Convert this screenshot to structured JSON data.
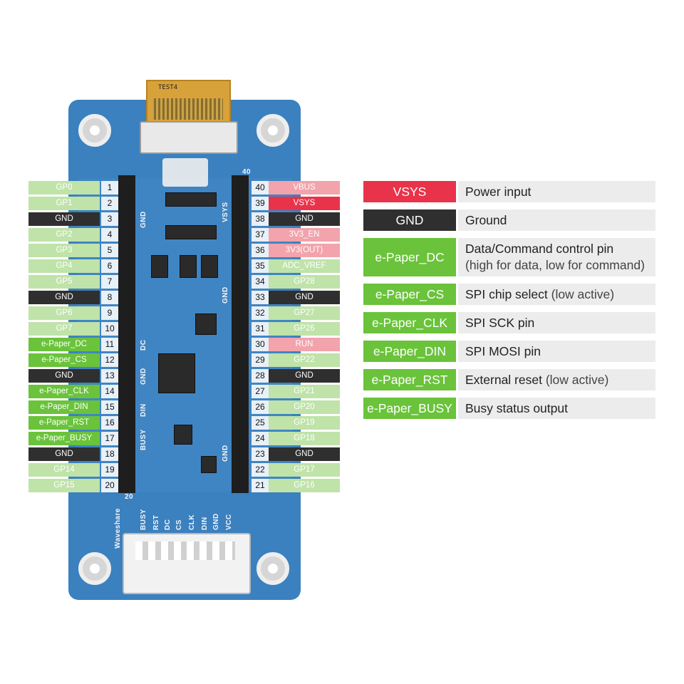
{
  "colors": {
    "gp": "#bfe3a9",
    "gnd": "#2f2f2f",
    "epaper": "#6ac33a",
    "power_light": "#f2a3ac",
    "vsys": "#e8334a",
    "adc": "#bfe3a9",
    "board": "#3b80bf",
    "legend_desc_bg": "#ececec"
  },
  "board": {
    "fpc_label": "TEST4",
    "left_silk": [
      "GND",
      "DC",
      "GND",
      "DIN",
      "BUSY"
    ],
    "right_silk": [
      "VSYS",
      "GND",
      "GND"
    ],
    "bottom_silk": [
      "BUSY",
      "RST",
      "DC",
      "CS",
      "CLK",
      "DIN",
      "GND",
      "VCC"
    ],
    "brand": "Waveshare",
    "pin_marker_top": "40",
    "pin_marker_left": "20"
  },
  "left_pins": [
    {
      "label": "GP0",
      "num": "1",
      "type": "gp"
    },
    {
      "label": "GP1",
      "num": "2",
      "type": "gp"
    },
    {
      "label": "GND",
      "num": "3",
      "type": "gnd"
    },
    {
      "label": "GP2",
      "num": "4",
      "type": "gp"
    },
    {
      "label": "GP3",
      "num": "5",
      "type": "gp"
    },
    {
      "label": "GP4",
      "num": "6",
      "type": "gp"
    },
    {
      "label": "GP5",
      "num": "7",
      "type": "gp"
    },
    {
      "label": "GND",
      "num": "8",
      "type": "gnd"
    },
    {
      "label": "GP6",
      "num": "9",
      "type": "gp"
    },
    {
      "label": "GP7",
      "num": "10",
      "type": "gp"
    },
    {
      "label": "e-Paper_DC",
      "num": "11",
      "type": "epaper"
    },
    {
      "label": "e-Paper_CS",
      "num": "12",
      "type": "epaper"
    },
    {
      "label": "GND",
      "num": "13",
      "type": "gnd"
    },
    {
      "label": "e-Paper_CLK",
      "num": "14",
      "type": "epaper"
    },
    {
      "label": "e-Paper_DIN",
      "num": "15",
      "type": "epaper"
    },
    {
      "label": "e-Paper_RST",
      "num": "16",
      "type": "epaper"
    },
    {
      "label": "e-Paper_BUSY",
      "num": "17",
      "type": "epaper"
    },
    {
      "label": "GND",
      "num": "18",
      "type": "gnd"
    },
    {
      "label": "GP14",
      "num": "19",
      "type": "gp"
    },
    {
      "label": "GP15",
      "num": "20",
      "type": "gp"
    }
  ],
  "right_pins": [
    {
      "label": "VBUS",
      "num": "40",
      "type": "power_light"
    },
    {
      "label": "VSYS",
      "num": "39",
      "type": "vsys"
    },
    {
      "label": "GND",
      "num": "38",
      "type": "gnd"
    },
    {
      "label": "3V3_EN",
      "num": "37",
      "type": "power_light"
    },
    {
      "label": "3V3(OUT)",
      "num": "36",
      "type": "power_light"
    },
    {
      "label": "ADC_VREF",
      "num": "35",
      "type": "adc"
    },
    {
      "label": "GP28",
      "num": "34",
      "type": "gp"
    },
    {
      "label": "GND",
      "num": "33",
      "type": "gnd"
    },
    {
      "label": "GP27",
      "num": "32",
      "type": "gp"
    },
    {
      "label": "GP26",
      "num": "31",
      "type": "gp"
    },
    {
      "label": "RUN",
      "num": "30",
      "type": "power_light"
    },
    {
      "label": "GP22",
      "num": "29",
      "type": "gp"
    },
    {
      "label": "GND",
      "num": "28",
      "type": "gnd"
    },
    {
      "label": "GP21",
      "num": "27",
      "type": "gp"
    },
    {
      "label": "GP20",
      "num": "26",
      "type": "gp"
    },
    {
      "label": "GP19",
      "num": "25",
      "type": "gp"
    },
    {
      "label": "GP18",
      "num": "24",
      "type": "gp"
    },
    {
      "label": "GND",
      "num": "23",
      "type": "gnd"
    },
    {
      "label": "GP17",
      "num": "22",
      "type": "gp"
    },
    {
      "label": "GP16",
      "num": "21",
      "type": "gp"
    }
  ],
  "legend": [
    {
      "key": "VSYS",
      "type": "vsys",
      "desc": "Power input",
      "sub": ""
    },
    {
      "key": "GND",
      "type": "gnd",
      "desc": "Ground",
      "sub": ""
    },
    {
      "key": "e-Paper_DC",
      "type": "epaper",
      "desc": "Data/Command control pin",
      "sub": "(high for data, low for command)"
    },
    {
      "key": "e-Paper_CS",
      "type": "epaper",
      "desc": "SPI chip select",
      "sub": "(low active)"
    },
    {
      "key": "e-Paper_CLK",
      "type": "epaper",
      "desc": "SPI  SCK pin",
      "sub": ""
    },
    {
      "key": "e-Paper_DIN",
      "type": "epaper",
      "desc": "SPI MOSI pin",
      "sub": ""
    },
    {
      "key": "e-Paper_RST",
      "type": "epaper",
      "desc": "External reset",
      "sub": "(low active)"
    },
    {
      "key": "e-Paper_BUSY",
      "type": "epaper",
      "desc": "Busy status output",
      "sub": ""
    }
  ]
}
